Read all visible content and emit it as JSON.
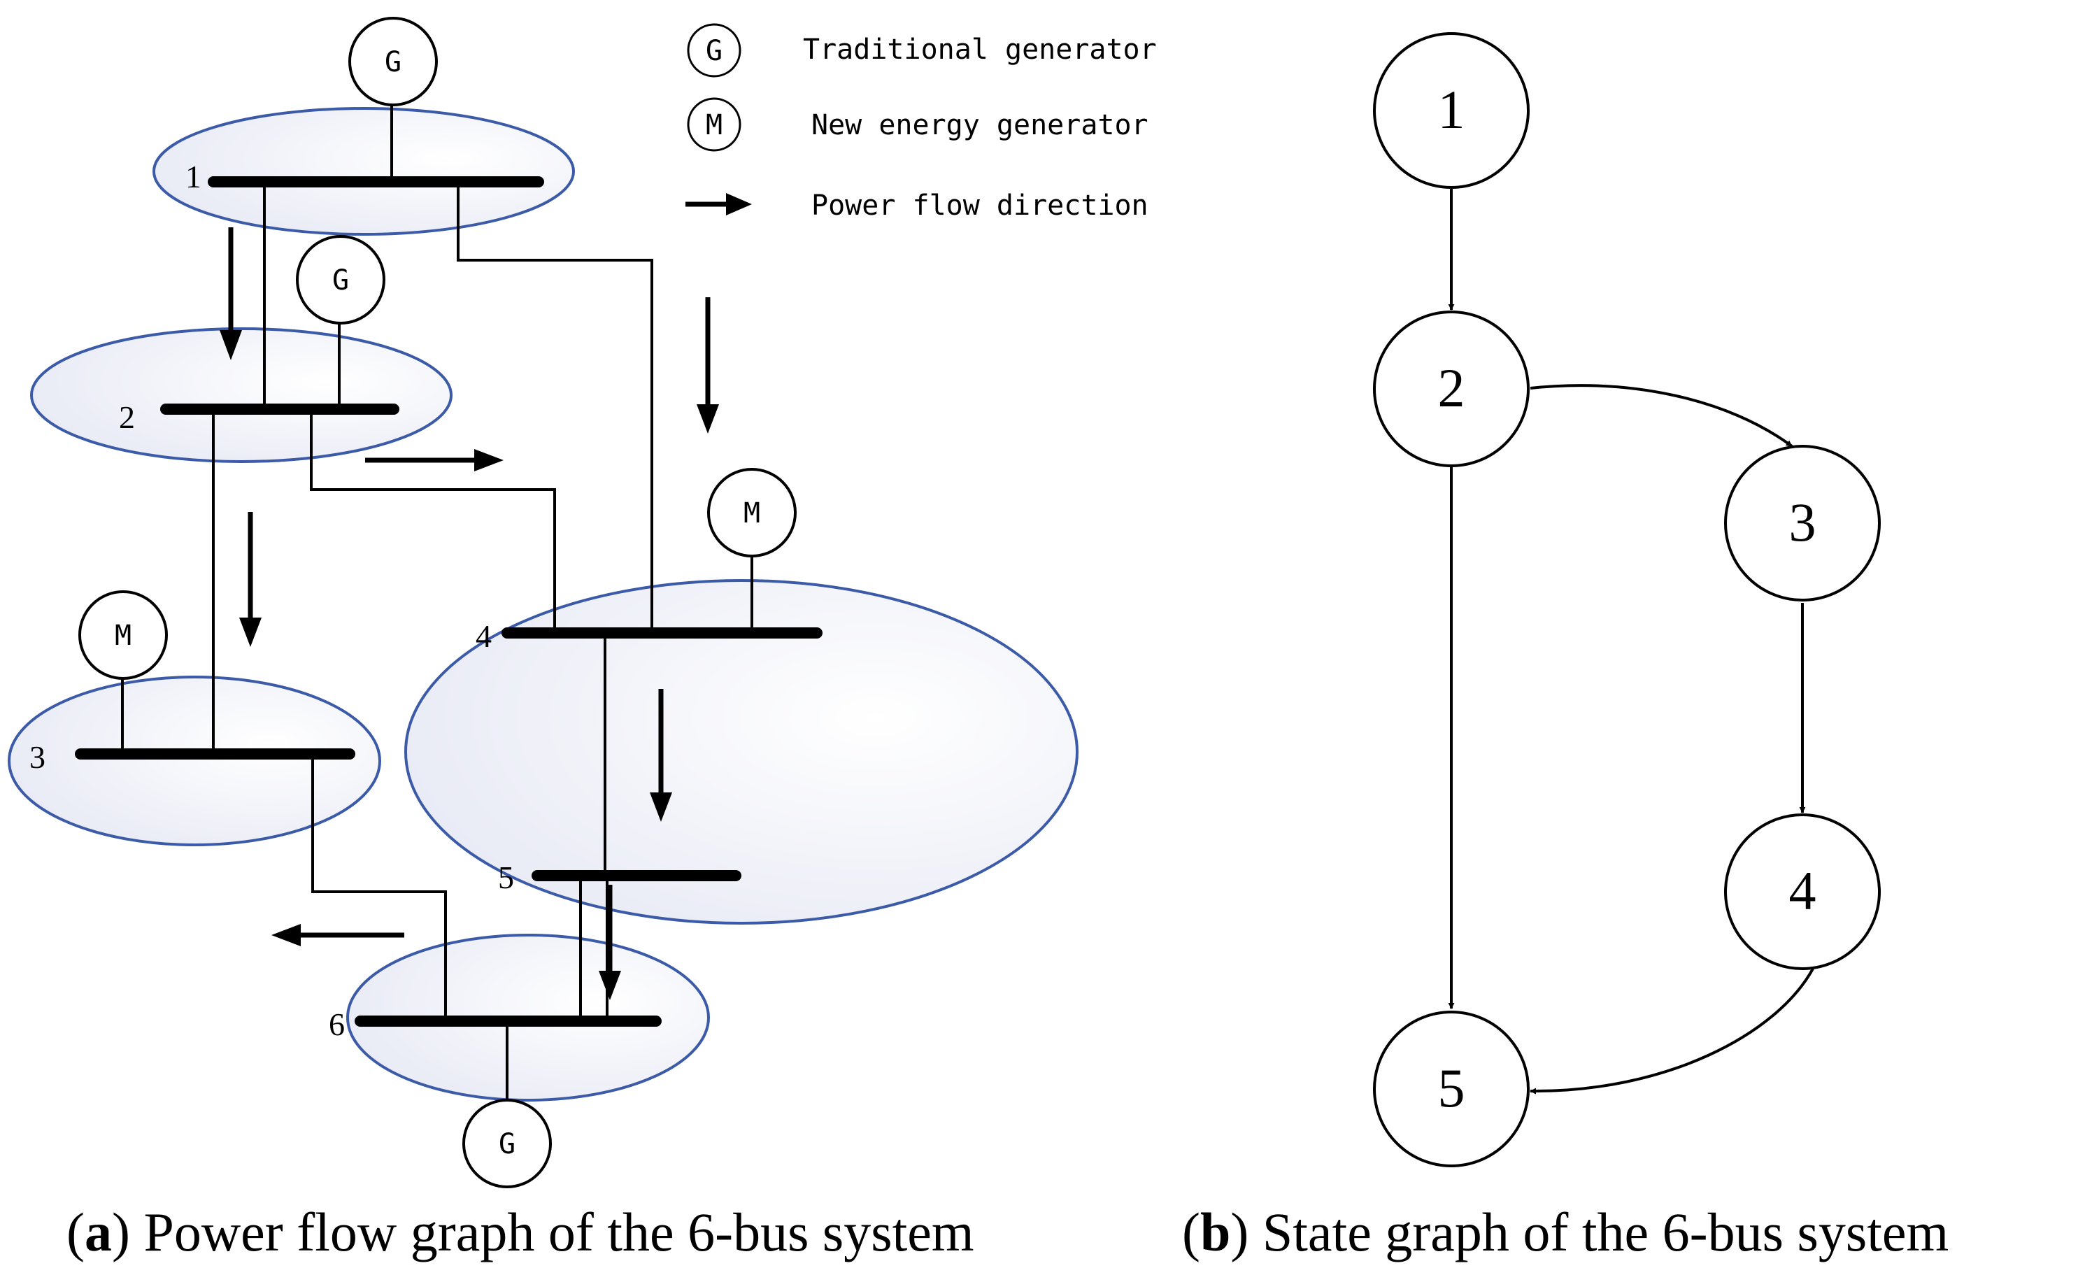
{
  "legend": {
    "traditional_symbol": "G",
    "traditional_label": "Traditional generator",
    "new_energy_symbol": "M",
    "new_energy_label": "New energy generator",
    "flow_label": "Power flow direction"
  },
  "panel_a": {
    "caption_prefix": "(",
    "caption_letter": "a",
    "caption_text": ") Power flow graph of the 6-bus system",
    "buses": [
      "1",
      "2",
      "3",
      "4",
      "5",
      "6"
    ],
    "generators": {
      "bus1": "G",
      "bus2": "G",
      "bus3": "M",
      "bus4": "M",
      "bus6": "G"
    }
  },
  "panel_b": {
    "caption_prefix": "(",
    "caption_letter": "b",
    "caption_text": ") State graph of the 6-bus system",
    "nodes": [
      "1",
      "2",
      "3",
      "4",
      "5"
    ],
    "edges": [
      [
        "1",
        "2"
      ],
      [
        "2",
        "3"
      ],
      [
        "2",
        "5"
      ],
      [
        "3",
        "4"
      ],
      [
        "4",
        "5"
      ]
    ]
  },
  "colors": {
    "ellipse_stroke": "#3b5aa8",
    "ellipse_fill": "#eef0f8",
    "line": "#000000"
  }
}
